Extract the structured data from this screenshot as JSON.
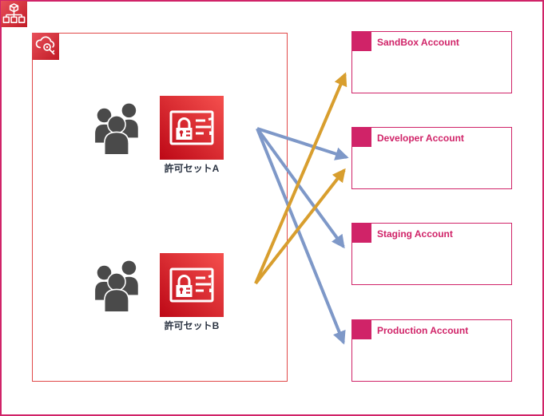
{
  "diagram": {
    "outer_group": {
      "icon": "aws-organizations-icon"
    },
    "inner_group": {
      "icon": "iam-identity-center-icon"
    }
  },
  "permission_sets": [
    {
      "id": "ps0",
      "label": "許可セットA",
      "icon": "permission-set-icon",
      "users_icon": "users-group-icon"
    },
    {
      "id": "ps1",
      "label": "許可セットB",
      "icon": "permission-set-icon",
      "users_icon": "users-group-icon"
    }
  ],
  "accounts": [
    {
      "id": "acct0",
      "label": "SandBox Account"
    },
    {
      "id": "acct1",
      "label": "Developer Account"
    },
    {
      "id": "acct2",
      "label": "Staging Account"
    },
    {
      "id": "acct3",
      "label": "Production Account"
    }
  ],
  "arrows": [
    {
      "from": "ps0",
      "from_label": "許可セットA",
      "to": "acct1",
      "to_label": "Developer Account",
      "color": "arrow_blue"
    },
    {
      "from": "ps0",
      "from_label": "許可セットA",
      "to": "acct2",
      "to_label": "Staging Account",
      "color": "arrow_blue"
    },
    {
      "from": "ps0",
      "from_label": "許可セットA",
      "to": "acct3",
      "to_label": "Production Account",
      "color": "arrow_blue"
    },
    {
      "from": "ps1",
      "from_label": "許可セットB",
      "to": "acct0",
      "to_label": "SandBox Account",
      "color": "arrow_orange"
    },
    {
      "from": "ps1",
      "from_label": "許可セットB",
      "to": "acct1",
      "to_label": "Developer Account",
      "color": "arrow_orange"
    }
  ],
  "colors": {
    "pink": "#d02368",
    "inner_red": "#e04848",
    "icon_red_light": "#e8505a",
    "icon_red_dark": "#c11b26",
    "users_gray": "#4a4a4a",
    "label_dark": "#2a3342",
    "arrow_blue": "#7e98c8",
    "arrow_orange": "#d89e2e"
  }
}
